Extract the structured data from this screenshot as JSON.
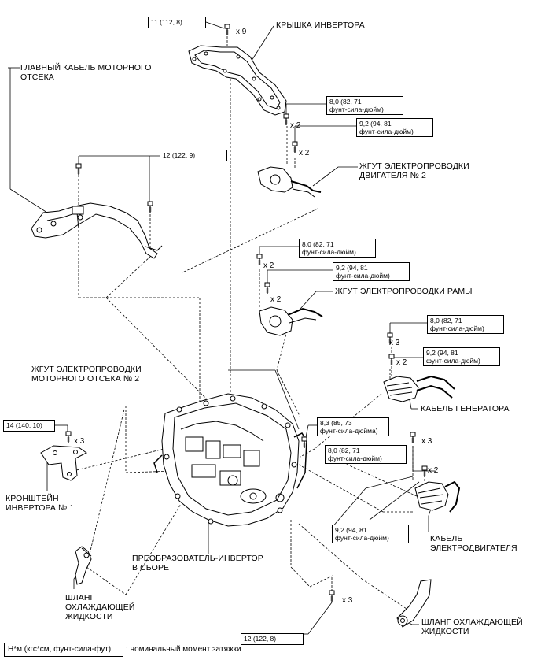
{
  "diagram": {
    "parts": {
      "inverter_cover": "КРЫШКА ИНВЕРТОРА",
      "main_cable_l1": "ГЛАВНЫЙ КАБЕЛЬ МОТОРНОГО",
      "main_cable_l2": "ОТСЕКА",
      "engine_harness_l1": "ЖГУТ ЭЛЕКТРОПРОВОДКИ",
      "engine_harness_l2": "ДВИГАТЕЛЯ № 2",
      "frame_harness": "ЖГУТ ЭЛЕКТРОПРОВОДКИ РАМЫ",
      "compartment_harness_l1": "ЖГУТ ЭЛЕКТРОПРОВОДКИ",
      "compartment_harness_l2": "МОТОРНОГО ОТСЕКА № 2",
      "generator_cable": "КАБЕЛЬ ГЕНЕРАТОРА",
      "bracket_l1": "КРОНШТЕЙН",
      "bracket_l2": "ИНВЕРТОРА № 1",
      "motor_cable_l1": "КАБЕЛЬ",
      "motor_cable_l2": "ЭЛЕКТРОДВИГАТЕЛЯ",
      "converter_l1": "ПРЕОБРАЗОВАТЕЛЬ-ИНВЕРТОР",
      "converter_l2": "В СБОРЕ",
      "hose_left_l1": "ШЛАНГ",
      "hose_left_l2": "ОХЛАЖДАЮЩЕЙ",
      "hose_left_l3": "ЖИДКОСТИ",
      "hose_right_l1": "ШЛАНГ ОХЛАЖДАЮЩЕЙ",
      "hose_right_l2": "ЖИДКОСТИ"
    },
    "torques": {
      "cover": "11 (112, 8)",
      "main_cable": "12 (122, 9)",
      "eng_a_l1": "8,0 (82, 71",
      "eng_a_l2": "фунт-сила-дюйм)",
      "eng_b_l1": "9,2 (94, 81",
      "eng_b_l2": "фунт-сила-дюйм)",
      "frame_a_l1": "8,0 (82, 71",
      "frame_a_l2": "фунт-сила-дюйм)",
      "frame_b_l1": "9,2 (94, 81",
      "frame_b_l2": "фунт-сила-дюйм)",
      "gen_a_l1": "8,0 (82, 71",
      "gen_a_l2": "фунт-сила-дюйм)",
      "gen_b_l1": "9,2 (94, 81",
      "gen_b_l2": "фунт-сила-дюйм)",
      "bracket": "14 (140, 10)",
      "harness2_l1": "8,3 (85, 73",
      "harness2_l2": "фунт-сила-дюйма)",
      "motor_a_l1": "8,0 (82, 71",
      "motor_a_l2": "фунт-сила-дюйм)",
      "motor_b_l1": "9,2 (94, 81",
      "motor_b_l2": "фунт-сила-дюйм)",
      "bottom": "12 (122, 8)"
    },
    "quantities": {
      "cover": "x 9",
      "eng_a": "x 2",
      "eng_b": "x 2",
      "frame_a": "x 2",
      "frame_b": "x 2",
      "gen_a": "x 3",
      "gen_b": "x 2",
      "bracket": "x 3",
      "motor_a": "x 3",
      "motor_b": "x 2",
      "bottom": "x 3"
    },
    "legend": {
      "box": "Н*м (кгс*см, фунт-сила-фут)",
      "text": ": номинальный момент затяжки"
    }
  }
}
